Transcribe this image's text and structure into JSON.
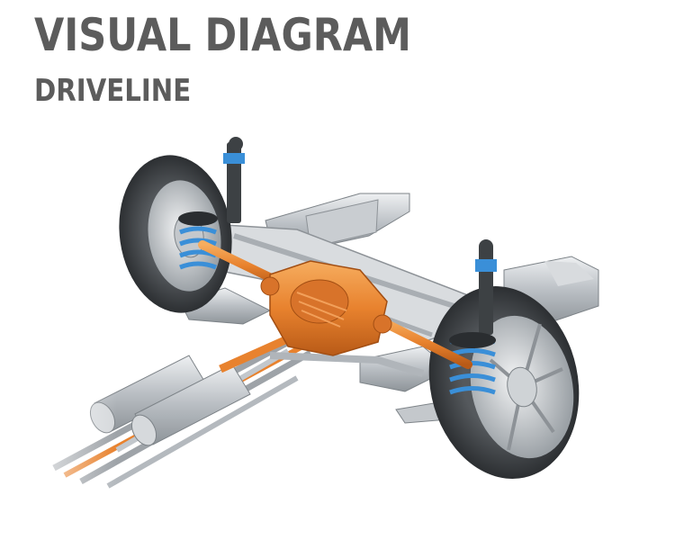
{
  "header": {
    "title": "VISUAL DIAGRAM",
    "subtitle": "DRIVELINE"
  },
  "colors": {
    "title_text": "#5c5c5c",
    "driveline_orange": "#e8822e",
    "chassis_silver": "#bfc4c8",
    "tire_dark": "#3a3d40",
    "spring_blue": "#3a8fd8"
  },
  "illustration": {
    "icon": "rear-axle-driveline-illustration"
  }
}
